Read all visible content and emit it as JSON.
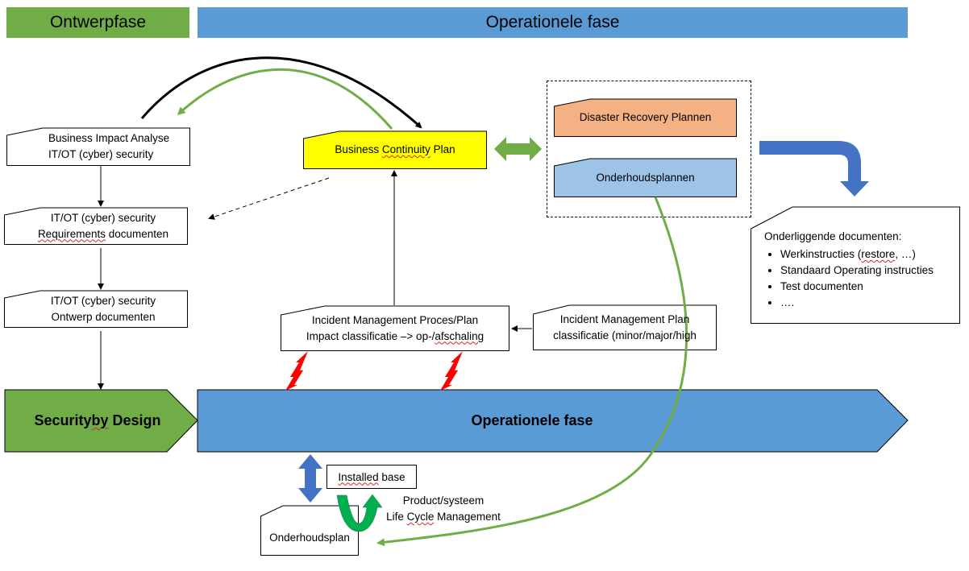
{
  "header": {
    "design_phase_label": "Ontwerpfase",
    "operational_phase_label": "Operationele fase"
  },
  "colors": {
    "green": "#70ad47",
    "blue": "#5b9bd5",
    "yellow": "#ffff00",
    "orange": "#f4b183",
    "light_blue": "#9dc3e6",
    "dark_blue": "#4472c4",
    "red": "#ff0000",
    "dark_green": "#00b050"
  },
  "left_column": {
    "bia": {
      "line1": "Business Impact Analyse",
      "line2": "IT/OT (cyber) security"
    },
    "requirements": {
      "line1": "IT/OT (cyber) security",
      "line2": "Requirements documenten",
      "misspelled": "Requirements"
    },
    "design_docs": {
      "line1": "IT/OT (cyber) security",
      "line2": "Ontwerp documenten"
    }
  },
  "center": {
    "bcp": {
      "label_a": "Business ",
      "label_b": "Continuity",
      "label_c": " Plan"
    },
    "incident_process": {
      "line1": "Incident Management Proces/Plan",
      "line2_a": "Impact classificatie –> op-/",
      "line2_b": "afschaling"
    },
    "incident_plan": {
      "line1": "Incident Management Plan",
      "line2": "classificatie (minor/major/high"
    }
  },
  "right_group": {
    "drp": "Disaster Recovery Plannen",
    "maintenance_plans": "Onderhoudsplannen"
  },
  "underlying_docs": {
    "title": "Onderliggende documenten:",
    "items": [
      {
        "a": "Werkinstructies (",
        "b": "restore",
        "c": ", …)"
      },
      {
        "a": "Standaard Operating instructies",
        "b": "",
        "c": ""
      },
      {
        "a": "Test documenten",
        "b": "",
        "c": ""
      },
      {
        "a": "….",
        "b": "",
        "c": ""
      }
    ]
  },
  "bottom": {
    "security_by_design_a": "Security ",
    "security_by_design_b": "by",
    "security_by_design_c": " Design",
    "operational_phase": "Operationele fase",
    "installed_base_a": "Installed",
    "installed_base_b": " base",
    "onderhoudsplan": "Onderhoudsplan",
    "lcm_line1": "Product/systeem",
    "lcm_line2_a": "Life ",
    "lcm_line2_b": "Cycle",
    "lcm_line2_c": " Management"
  },
  "icons": {
    "bidirectional_arrow": "double-headed-arrow",
    "bent_arrow": "bent-down-arrow",
    "lightning": "lightning-bolt",
    "u_turn": "u-turn-arrow"
  }
}
